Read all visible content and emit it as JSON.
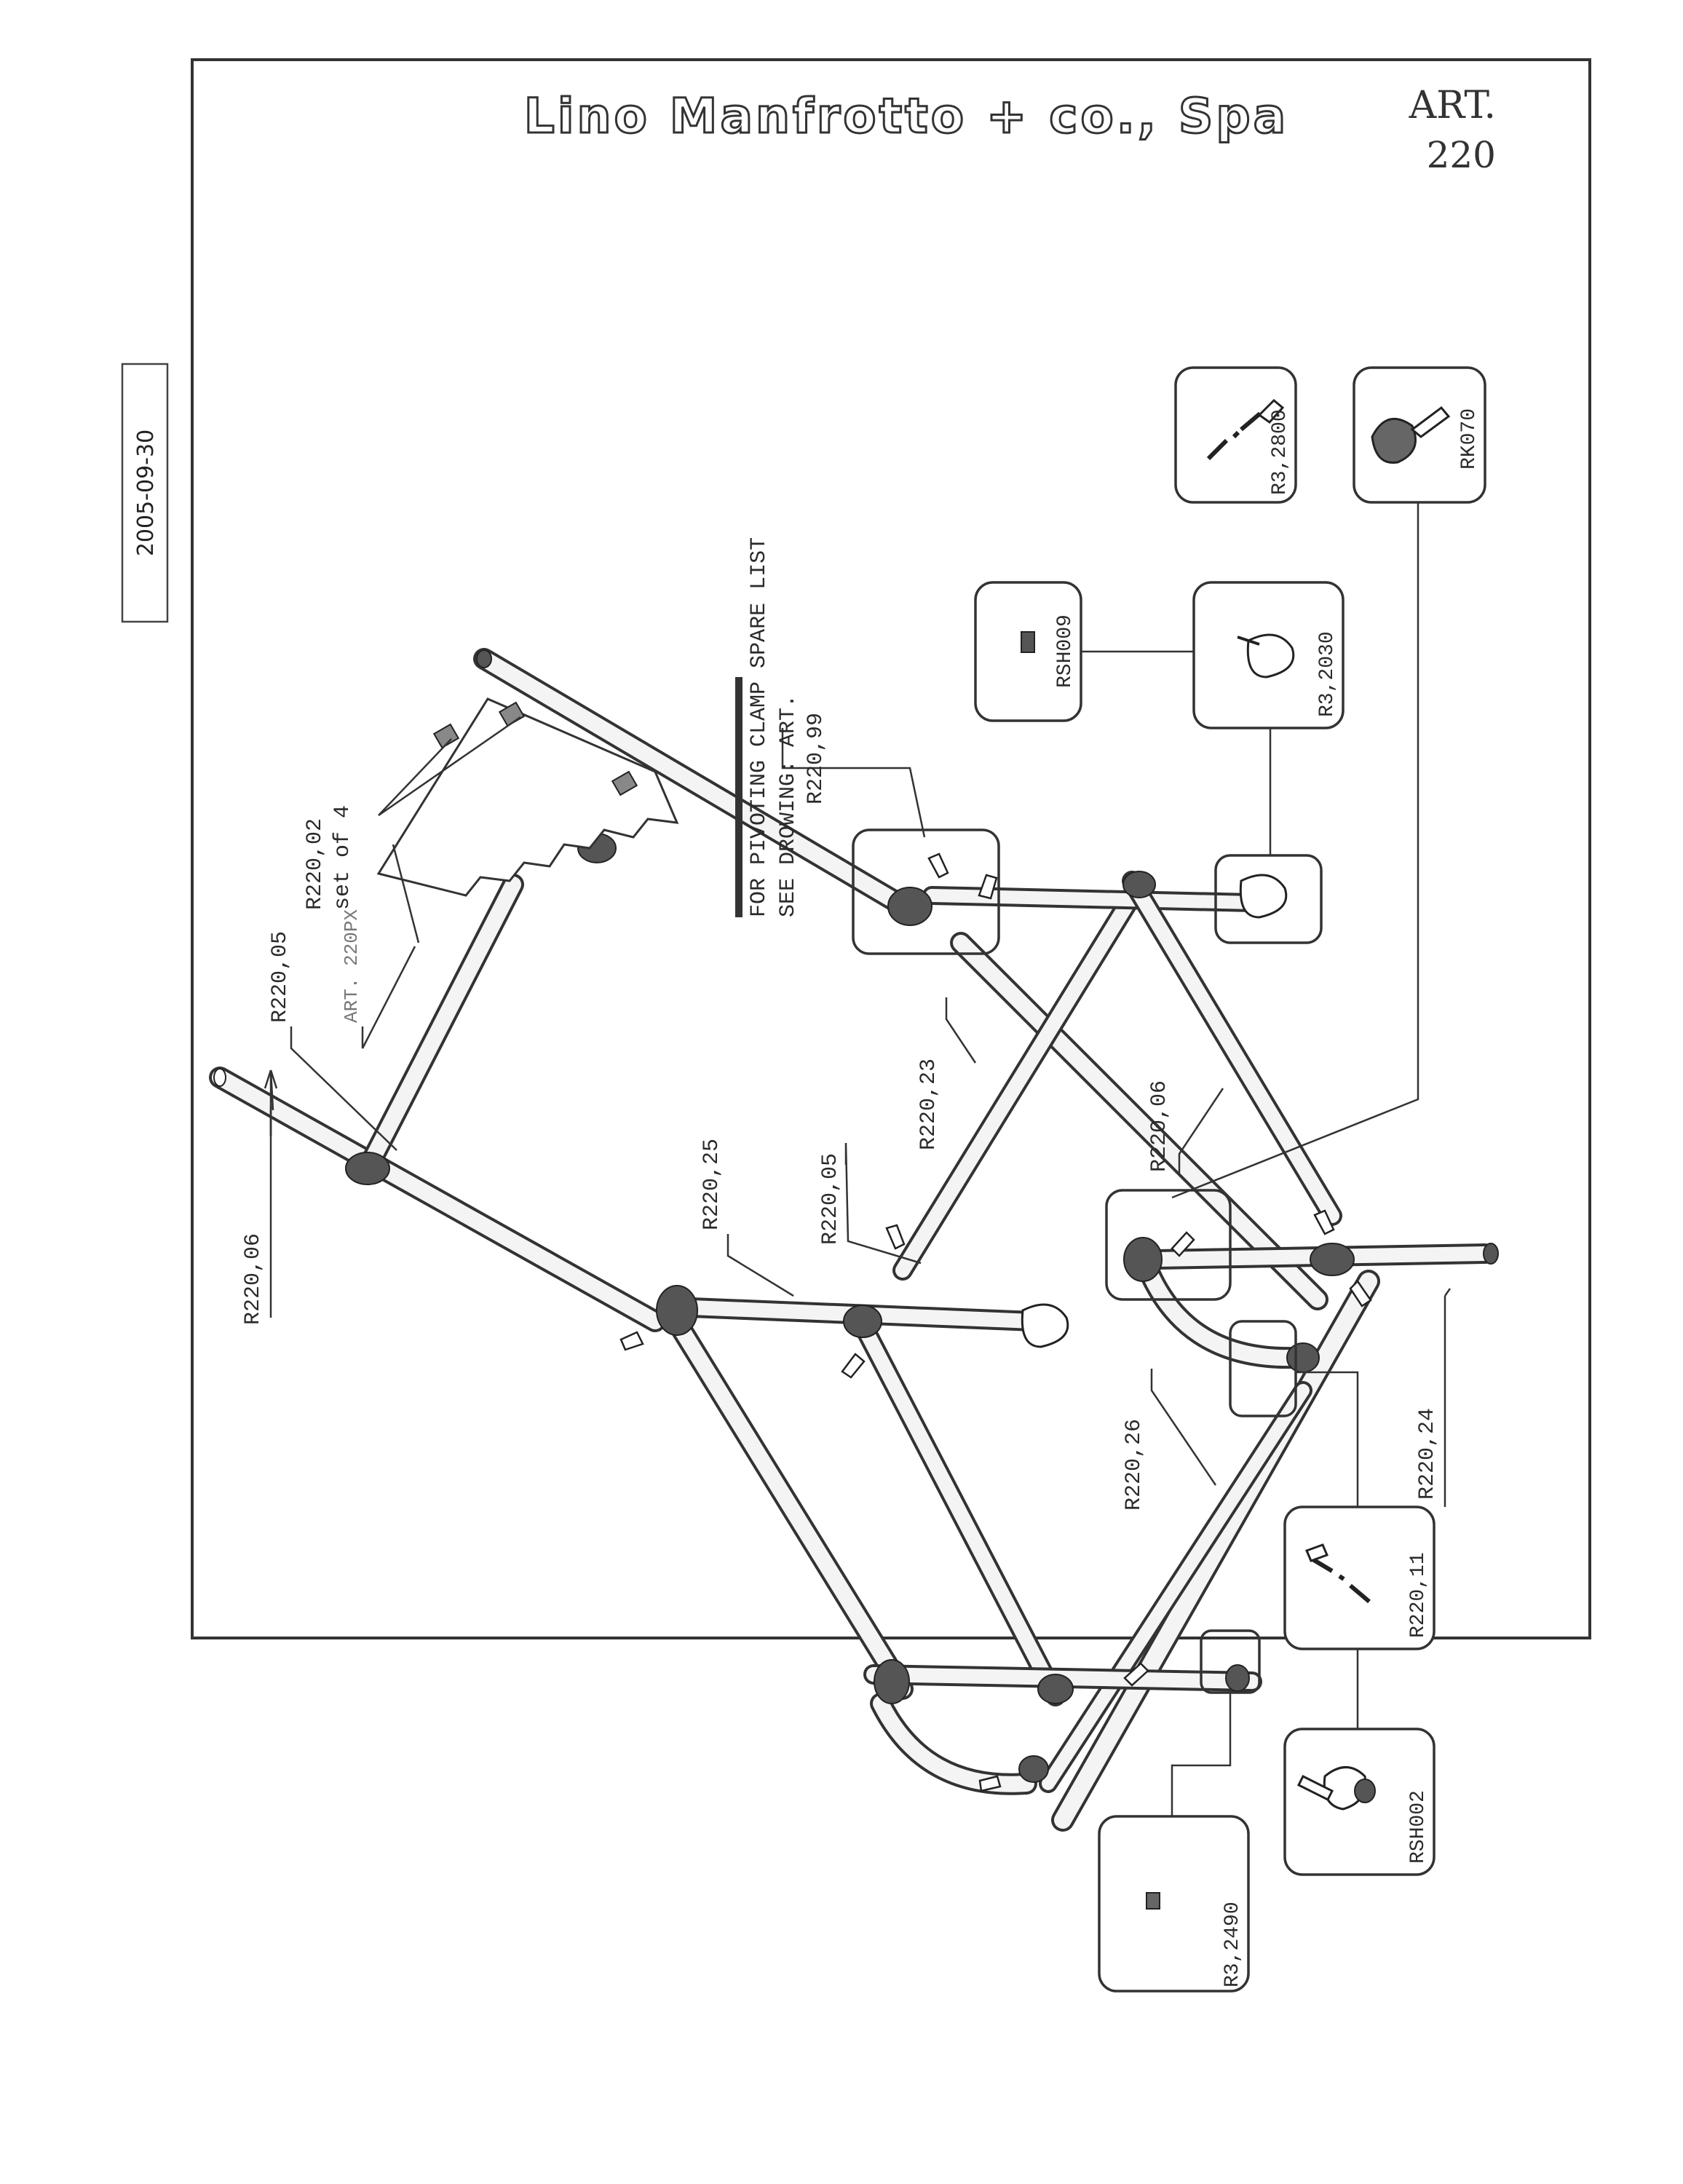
{
  "header": {
    "company": "Lino Manfrotto + co., Spa",
    "art_label": "ART.",
    "art_number": "220"
  },
  "stamp": {
    "date": "2005-09-30"
  },
  "notes": {
    "pivot_line1": "FOR PIVOTING CLAMP SPARE LIST",
    "pivot_line2": "SEE DROWING: ART.",
    "pivot_line3": "R220,99"
  },
  "parts": {
    "r220_06_top": "R220,06",
    "r220_05_top": "R220,05",
    "art_220px": "ART. 220PX",
    "r220_02": "R220,02",
    "set_of_4": "set of 4",
    "r220_25": "R220,25",
    "r220_05_mid": "R220,05",
    "r220_23": "R220,23",
    "r220_06_mid": "R220,06",
    "r220_26": "R220,26",
    "r220_24": "R220,24"
  },
  "boxes": {
    "rsh009": "RSH009",
    "r3_2030": "R3,2030",
    "r3_2800": "R3,2800",
    "rk070": "RK070",
    "r220_11": "R220,11",
    "rsh002": "RSH002",
    "r3_2490": "R3,2490"
  }
}
